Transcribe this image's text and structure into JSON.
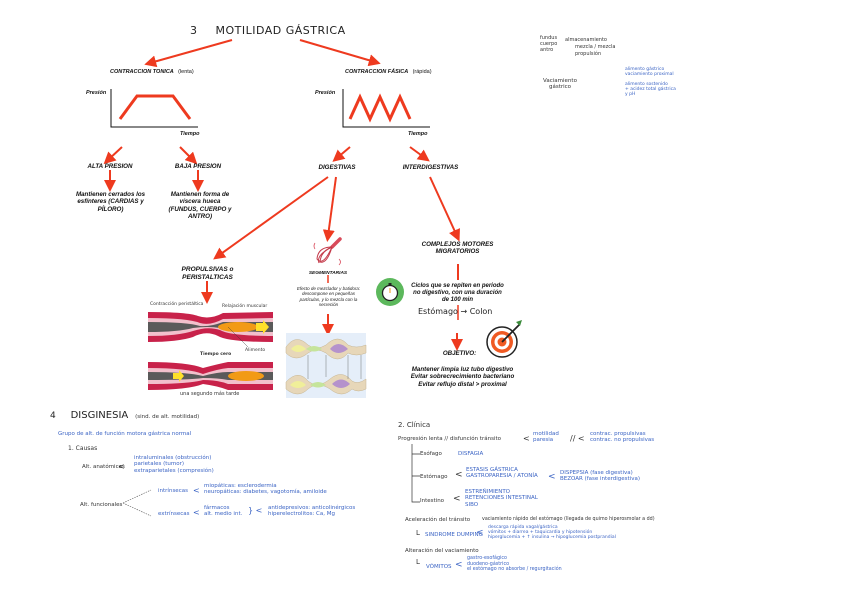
{
  "section3": {
    "number": "3",
    "title": "MOTILIDAD GÁSTRICA",
    "tonica": {
      "label": "CONTRACCION TONICA",
      "note": "(lenta)",
      "y_axis": "Presión",
      "x_axis": "Tiempo",
      "alta": {
        "label": "ALTA PRESION",
        "desc": "Mantienen cerrados los esfínteres (CARDIAS y PÍLORO)"
      },
      "baja": {
        "label": "BAJA PRESION",
        "desc": "Mantienen forma de víscera hueca (FUNDUS, CUERPO y ANTRO)"
      }
    },
    "fasica": {
      "label": "CONTRACCION FÁSICA",
      "note": "(rápida)",
      "y_axis": "Presión",
      "x_axis": "Tiempo",
      "digestivas": "DIGESTIVAS",
      "interdigestivas": "INTERDIGESTIVAS"
    },
    "propulsivas": {
      "label": "PROPULSIVAS o PERISTALTICAS",
      "fig_labels": {
        "contraccion": "Contracción peristáltica",
        "relajacion": "Relajación muscular",
        "tiempo": "Tiempo cero",
        "alimento": "Alimento",
        "caption": "una segundo más tarde"
      }
    },
    "segmentarias": {
      "label": "SEGMENTARIAS",
      "desc": "Efecto de mezclador y batidora: descompone en pequeñas partículas, y lo mezcla con la secreción"
    },
    "complejos": {
      "label": "COMPLEJOS MOTORES MIGRATORIOS",
      "ciclos": "Ciclos que se repiten en periodo no digestivo, con una duración de 100 min",
      "ruta": "Estómago → Colon",
      "objetivo_label": "OBJETIVO:",
      "objetivos": [
        "Mantener limpia luz tubo digestivo",
        "Evitar sobrecrecimiento bacteriano",
        "Evitar reflujo distal > proximal"
      ]
    }
  },
  "side_notes": {
    "lines": [
      "fundus",
      "cuerpo",
      "antro"
    ],
    "branch1": "almacenamiento",
    "branch2a": "mezcla / mezcla",
    "branch2b": "propulsión",
    "vaciamiento": "Vaciamiento gástrico",
    "v1a": "alimento gástrico",
    "v1b": "vaciamiento proximal",
    "v2a": "alimento sostenido",
    "v2b": "+ acidez total gástrica",
    "v2c": "y pH"
  },
  "section4": {
    "number": "4",
    "title": "DISGINESIA",
    "subtitle": "(sind. de alt. motilidad)",
    "definition": "Grupo de alt. de función motora gástrica normal",
    "causas": {
      "heading": "1. Causas",
      "anatomicas_label": "Alt. anatómicas",
      "anatomicas": [
        "intraluminales (obstrucción)",
        "parietales (tumor)",
        "extraparietales (compresión)"
      ],
      "funcionales_label": "Alt. funcionales",
      "intrinsecas_label": "intrínsecas",
      "intrinsecas": [
        "miopáticas: esclerodermia",
        "neuropáticas: diabetes, vagotomía, amiloide"
      ],
      "extrinsecas_label": "extrínsecas",
      "extrinsecas": [
        "fármacos",
        "alt. medio int."
      ],
      "extrinsecas_more": [
        "antidepresivos: anticolinérgicos",
        "hiperelectrolitos: Ca, Mg"
      ]
    },
    "clinica": {
      "heading": "2. Clínica",
      "intro": "Progresión lenta // disfunción tránsito",
      "intro_branches": [
        "motilidad",
        "paresia"
      ],
      "intro_branches2": [
        "contrac. propulsivas",
        "contrac. no propulsivas"
      ],
      "esofago_label": "Esófago",
      "esofago": "DISFAGIA",
      "estomago_label": "Estómago",
      "estomago": [
        "ESTASIS GÁSTRICA",
        "GASTROPARESIA / ATONÍA"
      ],
      "estomago_sub": [
        "DISPEPSIA (fase digestiva)",
        "BEZOAR (fase interdigestiva)"
      ],
      "intestino_label": "Intestino",
      "intestino": [
        "ESTREÑIMIENTO",
        "RETENCIONES INTESTINAL",
        "SIBO"
      ],
      "aceleracion": "Aceleración del tránsito",
      "aceleracion_desc": "vaciamiento rápido del estómago (llegada de quimo hiperosmolar a dd)",
      "dumping_label": "SINDROME DUMPING",
      "dumping": [
        "descarga rápida vagal/gástrica",
        "vómitos + diarrea + taquicardia y hipotensión",
        "hiperglucemia + ↑ insulina → hipoglucemia postprandial"
      ],
      "alteracion": "Alteración del vaciamiento",
      "vomitos_label": "VÓMITOS",
      "vomitos": [
        "gastro-esofágico",
        "duodeno-gástrico",
        "el estómago no absorbe / regurgitación"
      ]
    }
  },
  "colors": {
    "accent_red": "#ee3a1f",
    "ink_blue": "#3a63c4",
    "green_icon": "#5cb85c"
  }
}
